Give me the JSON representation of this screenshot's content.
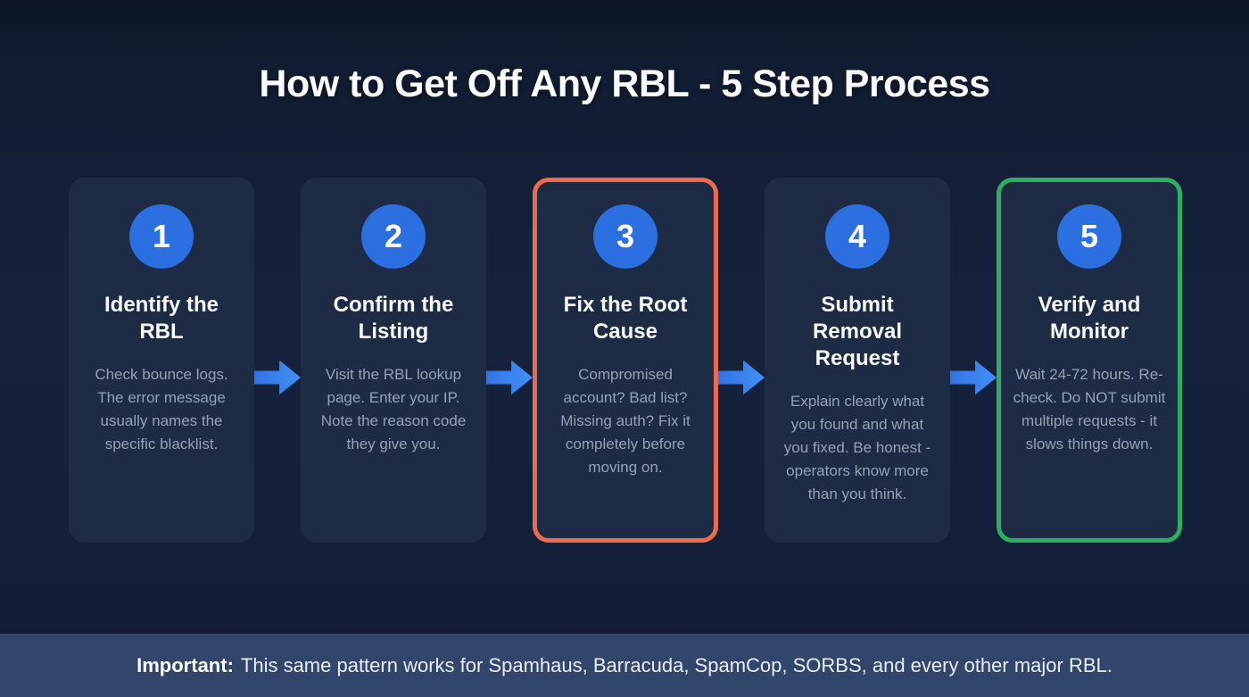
{
  "page": {
    "title": "How to Get Off Any RBL - 5 Step Process"
  },
  "steps": [
    {
      "number": "1",
      "title": "Identify the RBL",
      "description": "Check bounce logs. The error message usually names the specific blacklist.",
      "highlight": "none"
    },
    {
      "number": "2",
      "title": "Confirm the Listing",
      "description": "Visit the RBL lookup page. Enter your IP. Note the reason code they give you.",
      "highlight": "none"
    },
    {
      "number": "3",
      "title": "Fix the Root Cause",
      "description": "Compromised account? Bad list? Missing auth? Fix it completely before moving on.",
      "highlight": "orange"
    },
    {
      "number": "4",
      "title": "Submit Removal Request",
      "description": "Explain clearly what you found and what you fixed. Be honest - operators know more than you think.",
      "highlight": "none"
    },
    {
      "number": "5",
      "title": "Verify and Monitor",
      "description": "Wait 24-72 hours. Re-check. Do NOT submit multiple requests - it slows things down.",
      "highlight": "green"
    }
  ],
  "footer": {
    "label": "Important:",
    "text": "This same pattern works for Spamhaus, Barracuda, SpamCop, SORBS, and every other major RBL."
  },
  "colors": {
    "background": "#14203a",
    "card_background": "#1d2b44",
    "accent_blue": "#2b6fe0",
    "arrow_blue": "#3b82f6",
    "highlight_orange": "#ec6a4d",
    "highlight_green": "#2fae5f",
    "footer_background": "#32466b",
    "body_text": "#96a1b4"
  }
}
